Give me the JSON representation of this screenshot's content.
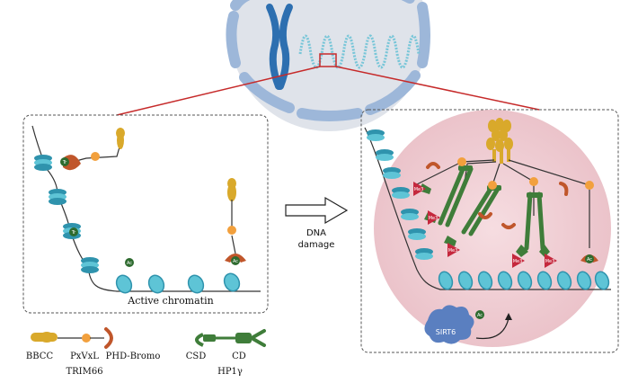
{
  "panel_left": {
    "caption": "Active chromatin"
  },
  "arrow": {
    "label_line1": "DNA",
    "label_line2": "damage"
  },
  "marks": {
    "ac": "Ac",
    "me3": "Me3",
    "tr": "Tr"
  },
  "sirt": {
    "label": "SIRT6"
  },
  "legend": {
    "bbcc": "BBCC",
    "pxvxl": "PxVxL",
    "phd": "PHD-Bromo",
    "trim66": "TRIM66",
    "csd": "CSD",
    "cd": "CD",
    "hp1": "HP1γ"
  },
  "colors": {
    "nucleosome": "#5ec4d6",
    "nucleosome_dark": "#2f93ad",
    "trim_gold": "#d9a92b",
    "pxvxl_orange": "#f2a03d",
    "phd_rust": "#c0562b",
    "hp1_green": "#3f7d3a",
    "me3_red": "#c5283d",
    "sirt_blue": "#5a7fc0",
    "nucleus_fill": "#dfe3ea",
    "envelope": "#9db7d9",
    "repair_pink": "#f1d3d8",
    "guide_red": "#c62a2a"
  }
}
